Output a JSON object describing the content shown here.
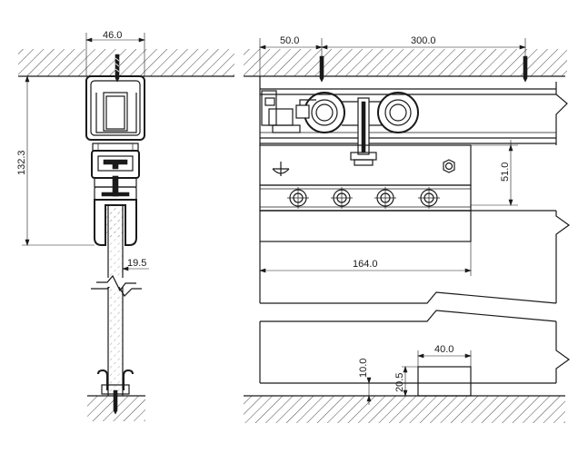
{
  "colors": {
    "line": "#1a1a1a",
    "background": "#ffffff",
    "glass": "#e8e8e8"
  },
  "dimensions": {
    "d_46": "46.0",
    "d_132": "132.3",
    "d_19": "19.5",
    "d_50": "50.0",
    "d_300": "300.0",
    "d_51": "51.0",
    "d_164": "164.0",
    "d_40": "40.0",
    "d_10": "10.0",
    "d_20": "20.5"
  }
}
